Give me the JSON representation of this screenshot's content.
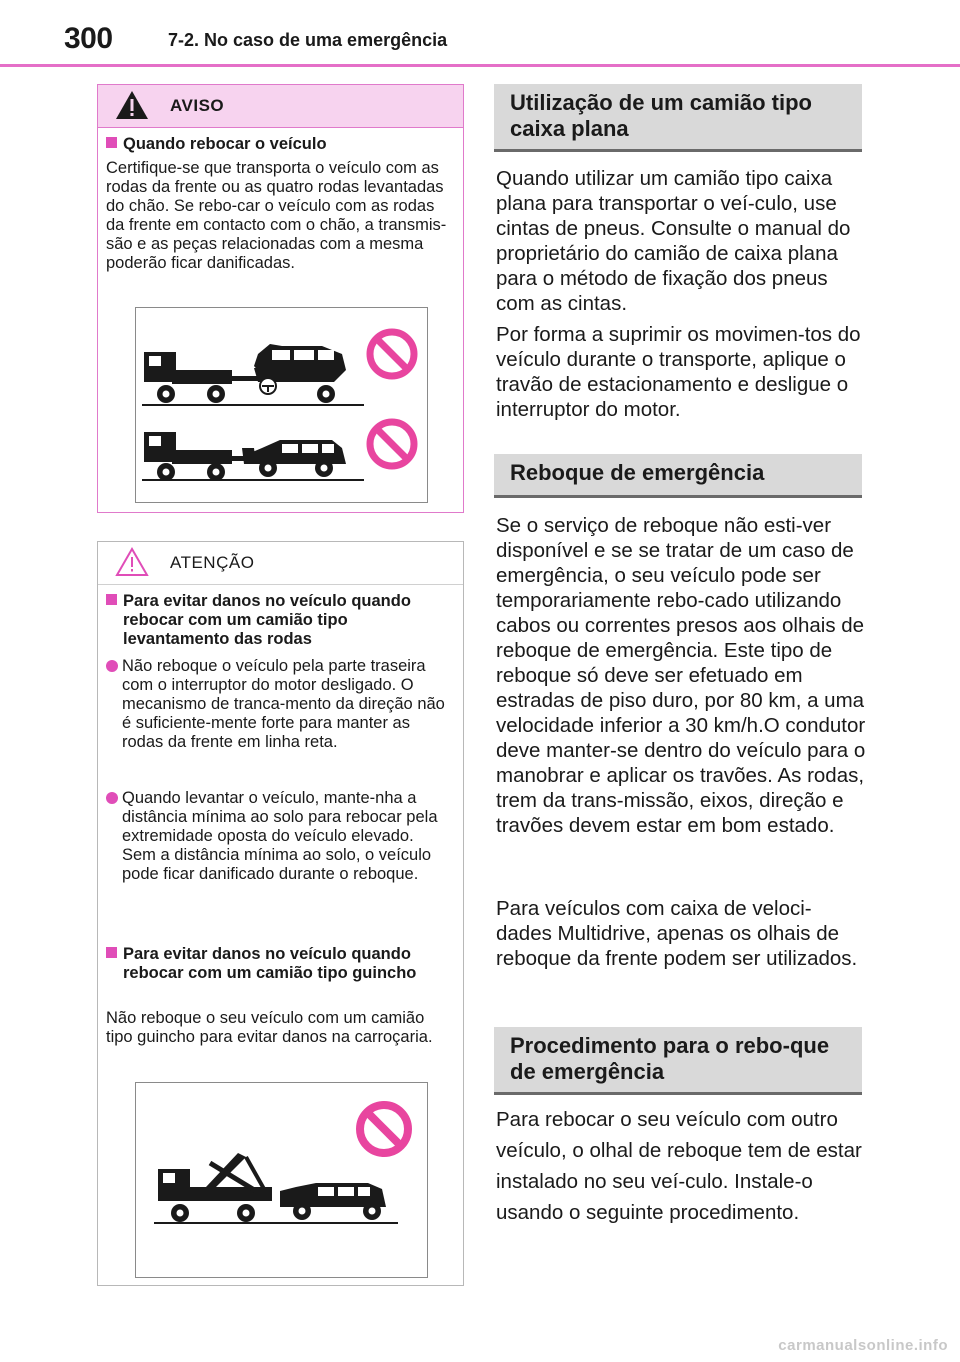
{
  "header": {
    "page_number": "300",
    "section": "7-2. No caso de uma emergência"
  },
  "aviso": {
    "label": "AVISO",
    "heading": "Quando rebocar o veículo",
    "body": "Certifique-se que transporta o veículo com as rodas da frente ou as quatro rodas levantadas do chão. Se rebo-car o veículo com as rodas da frente em contacto com o chão, a transmis-são e as peças relacionadas com a mesma poderão ficar danificadas."
  },
  "atencao": {
    "label": "ATENÇÃO",
    "heading1": "Para evitar danos no veículo quando rebocar com um camião tipo levantamento das rodas",
    "bullet1": "Não reboque o veículo pela parte traseira com o interruptor do motor desligado. O mecanismo de tranca-mento da direção não é suficiente-mente forte para manter as rodas da frente em linha reta.",
    "bullet2": "Quando levantar o veículo, mante-nha a distância mínima ao solo para rebocar pela extremidade oposta do veículo elevado. Sem a distância mínima ao solo, o veículo pode ficar danificado durante o reboque.",
    "heading2": "Para evitar danos no veículo quando rebocar com um camião tipo guincho",
    "body2": "Não reboque o seu veículo com um camião tipo guincho para evitar danos na carroçaria."
  },
  "right": {
    "h1": "Utilização de um camião tipo caixa plana",
    "p1": "Quando utilizar um camião tipo caixa plana para transportar o veí-culo, use cintas de pneus. Consulte o manual do proprietário do camião de caixa plana para o método de fixação dos pneus com as cintas.",
    "p2": "Por forma a suprimir os movimen-tos do veículo durante o transporte, aplique o travão de estacionamento e desligue o interruptor do motor.",
    "h2": "Reboque de emergência",
    "p3": "Se o serviço de reboque não esti-ver disponível e se se tratar de um caso de emergência, o seu veículo pode ser temporariamente rebo-cado utilizando cabos ou correntes presos aos olhais de reboque de emergência. Este tipo de reboque só deve ser efetuado em estradas de piso duro, por 80 km, a uma velocidade inferior a 30 km/h.O condutor deve manter-se dentro do veículo para o manobrar e aplicar os travões. As rodas, trem da trans-missão, eixos, direção e travões devem estar em bom estado.",
    "p4": "Para veículos com caixa de veloci-dades Multidrive, apenas os olhais de reboque da frente podem ser utilizados.",
    "h3": "Procedimento para o rebo-que de emergência",
    "p5": "Para rebocar o seu veículo com outro veículo, o olhal de reboque tem de estar instalado no seu veí-culo. Instale-o usando o seguinte procedimento."
  },
  "footer": {
    "watermark": "carmanualsonline.info"
  },
  "colors": {
    "accent": "#e04db8",
    "prohibit": "#e8459f",
    "header_rule": "#e56fc8"
  }
}
